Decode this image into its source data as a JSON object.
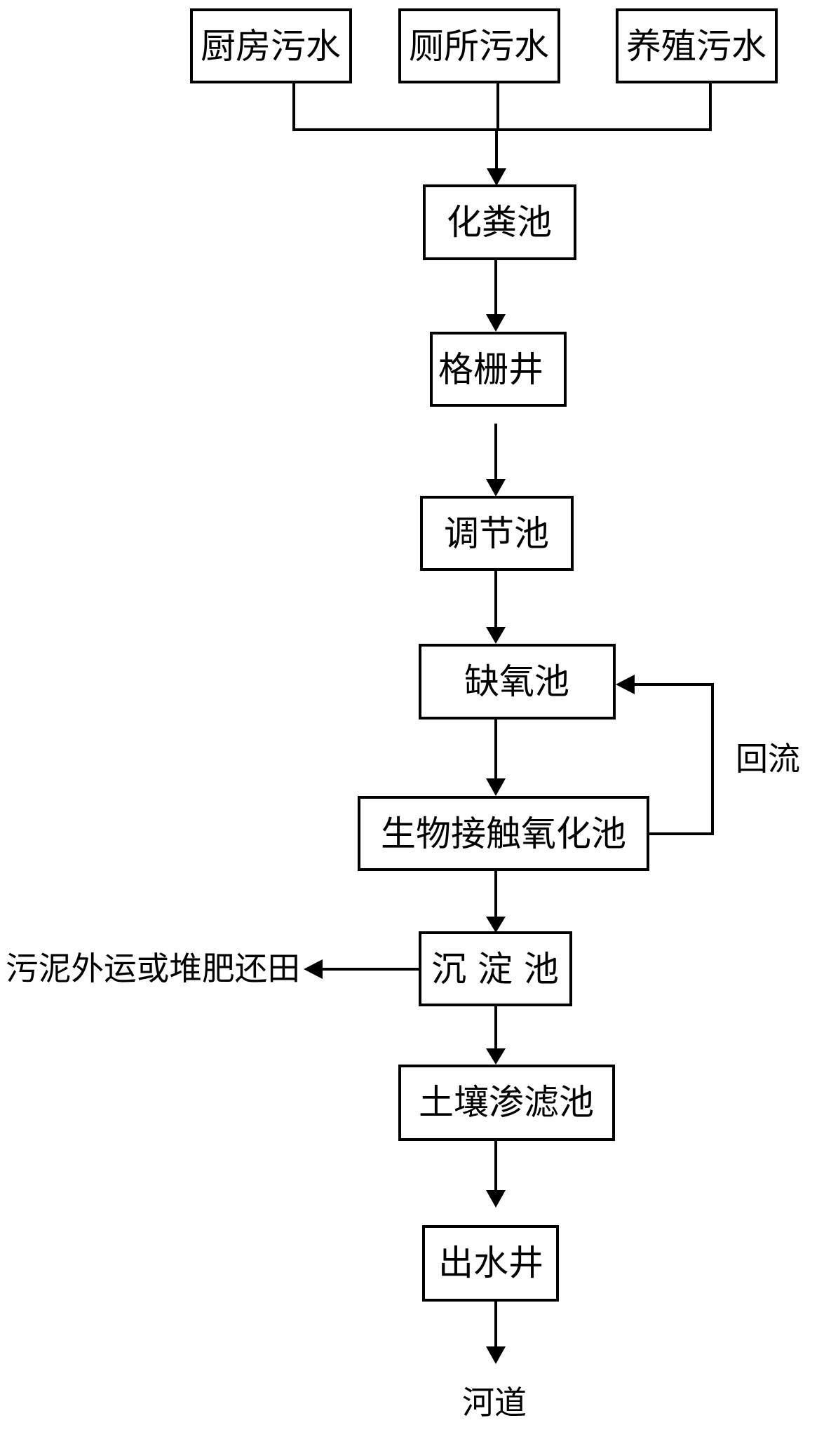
{
  "sources": {
    "kitchen": "厨房污水",
    "toilet": "厕所污水",
    "livestock": "养殖污水"
  },
  "process": {
    "septic_tank": "化粪池",
    "grille_well": "格栅井",
    "regulating_tank": "调节池",
    "anoxic_tank": "缺氧池",
    "contact_oxidation_tank": "生物接触氧化池",
    "sedimentation_tank": "沉 淀 池",
    "soil_filter_tank": "土壤渗滤池",
    "outlet_well": "出水井"
  },
  "labels": {
    "reflux": "回流",
    "sludge_disposal": "污泥外运或堆肥还田",
    "river": "河道"
  }
}
